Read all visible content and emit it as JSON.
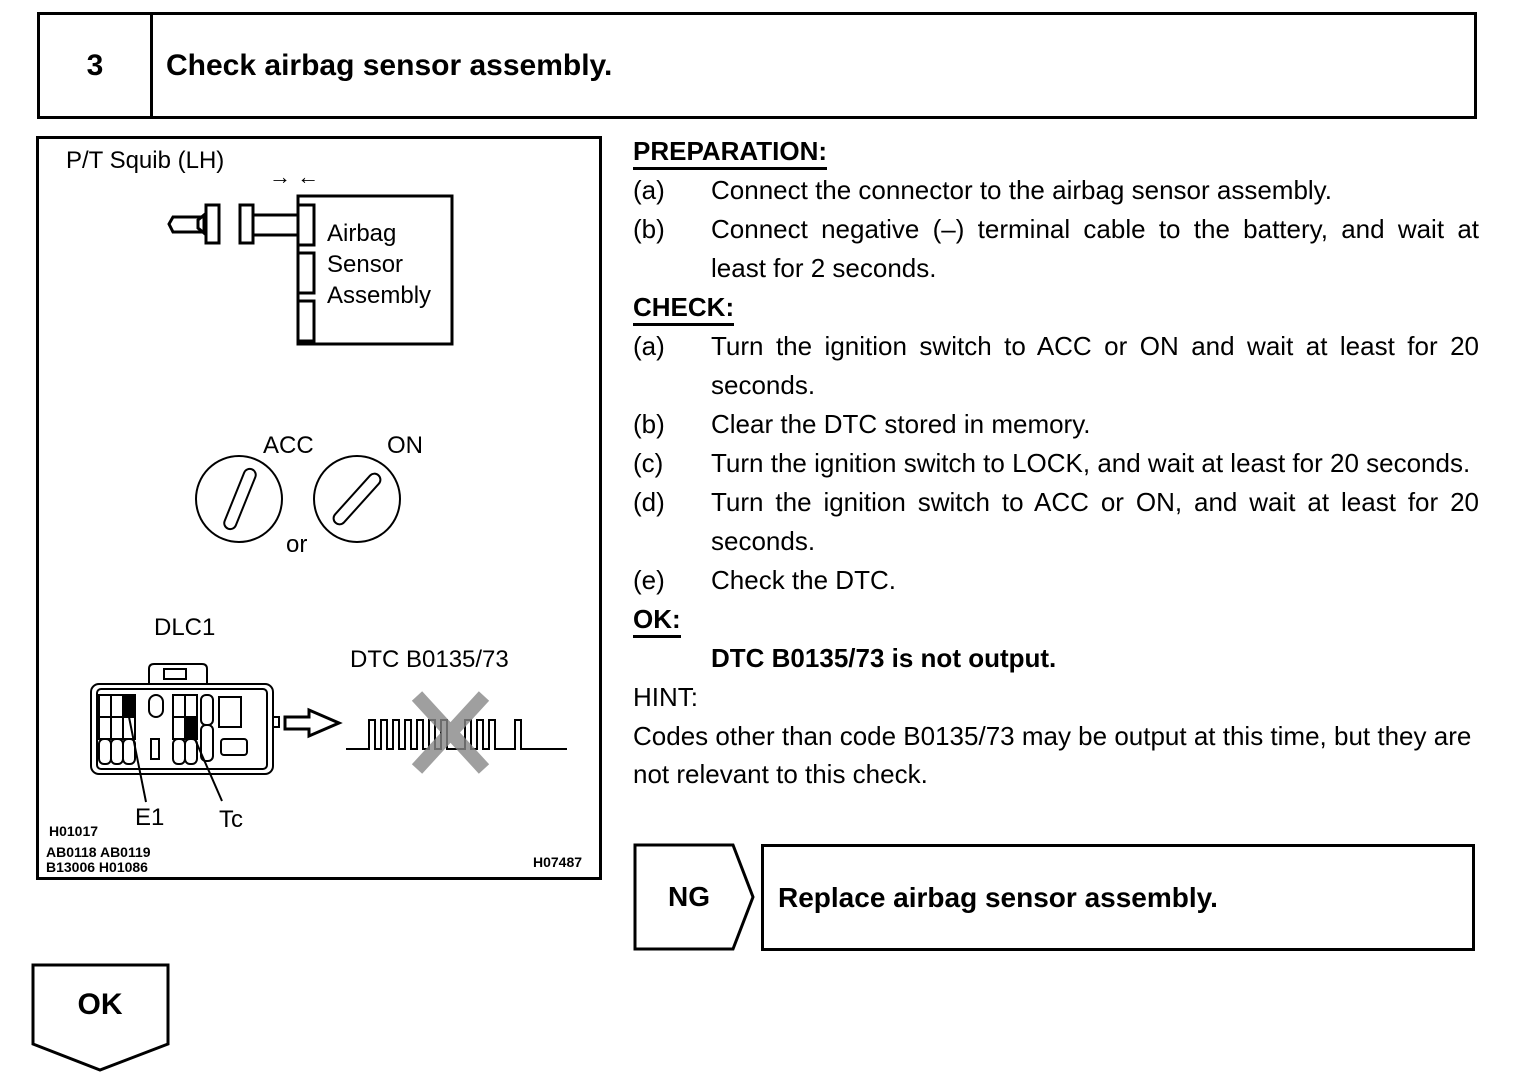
{
  "header": {
    "step_number": "3",
    "title": "Check airbag sensor assembly."
  },
  "figure": {
    "squib_label": "P/T Squib (LH)",
    "connect_arrows": "→ ←",
    "sensor_label_line1": "Airbag",
    "sensor_label_line2": "Sensor",
    "sensor_label_line3": "Assembly",
    "switch_acc_label": "ACC",
    "switch_on_label": "ON",
    "switch_or_label": "or",
    "dlc_label": "DLC1",
    "dtc_label": "DTC B0135/73",
    "terminal_e1": "E1",
    "terminal_tc": "Tc",
    "ref_codes_line1": "H01017",
    "ref_codes_line2": "AB0118 AB0119",
    "ref_codes_line3": "B13006 H01086",
    "figure_id": "H07487"
  },
  "preparation": {
    "heading": "PREPARATION:",
    "items": [
      {
        "label": "(a)",
        "text": "Connect the connector to the airbag sensor assembly."
      },
      {
        "label": "(b)",
        "text": "Connect negative (–) terminal cable to the battery, and wait at least for 2 seconds."
      }
    ]
  },
  "check": {
    "heading": "CHECK:",
    "items": [
      {
        "label": "(a)",
        "text": "Turn the ignition switch to ACC or ON and wait at least for 20 seconds."
      },
      {
        "label": "(b)",
        "text": "Clear the DTC stored in memory."
      },
      {
        "label": "(c)",
        "text": "Turn the ignition switch to LOCK, and wait at least for 20 seconds."
      },
      {
        "label": "(d)",
        "text": "Turn the ignition switch to ACC or ON, and wait at least for 20 seconds."
      },
      {
        "label": "(e)",
        "text": "Check the DTC."
      }
    ]
  },
  "ok_section": {
    "heading": "OK:",
    "result": "DTC B0135/73 is not output."
  },
  "hint": {
    "heading": "HINT:",
    "text": "Codes other than code B0135/73 may be output at this time, but they are not relevant to this check."
  },
  "ng_branch": {
    "label": "NG",
    "action": "Replace airbag sensor assembly."
  },
  "ok_branch": {
    "label": "OK"
  }
}
